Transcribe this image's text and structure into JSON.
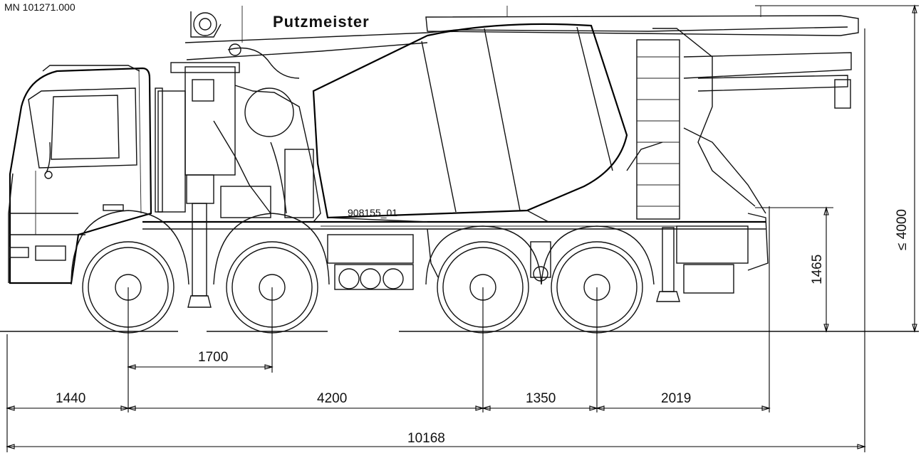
{
  "document": {
    "id": "MN 101271.000",
    "brand": "Putzmeister",
    "part_number": "908155_01"
  },
  "dimensions": {
    "front_overhang": "1440",
    "axle_1_2": "1700",
    "axle_2_3": "4200",
    "axle_3_4": "1350",
    "rear_overhang": "2019",
    "total_length": "10168",
    "height_max": "≤ 4000",
    "rear_height": "1465"
  }
}
